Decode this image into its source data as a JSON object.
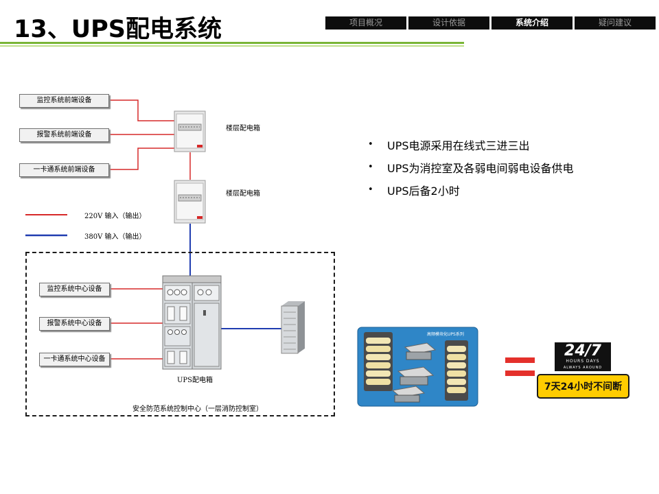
{
  "page": {
    "title": "13、UPS配电系统"
  },
  "nav": {
    "tabs": [
      {
        "label": "项目概况",
        "active": false
      },
      {
        "label": "设计依据",
        "active": false
      },
      {
        "label": "系统介绍",
        "active": true
      },
      {
        "label": "疑问建议",
        "active": false
      }
    ]
  },
  "diagram": {
    "front_devices": [
      "监控系统前端设备",
      "报警系统前端设备",
      "一卡通系统前端设备"
    ],
    "floor_box_labels": [
      "楼层配电箱",
      "楼层配电箱"
    ],
    "legend": [
      {
        "label": "220V 输入（输出）",
        "color": "#d62828"
      },
      {
        "label": "380V 输入（输出）",
        "color": "#1f3cb0"
      }
    ],
    "center_devices": [
      "监控系统中心设备",
      "报警系统中心设备",
      "一卡通系统中心设备"
    ],
    "ups_box_label": "UPS配电箱",
    "control_room_label": "安全防范系统控制中心（一层消防控制室）"
  },
  "bullets": [
    "UPS电源采用在线式三进三出",
    "UPS为消控室及各弱电间弱电设备供电",
    "UPS后备2小时"
  ],
  "ups_product_image": {
    "caption": "高频模块化UPS系列"
  },
  "badge": {
    "logo_top": "24/7",
    "logo_sub": "HOURS DAYS",
    "logo_motto": "ALWAYS AROUND",
    "slogan": "7天24小时不间断"
  },
  "colors": {
    "nav_bg": "#0d0d0d",
    "rule_green": "#79b535",
    "rule_light": "#bfe08a",
    "line_220v": "#d62828",
    "line_380v": "#1f3cb0",
    "equals": "#e4302b",
    "slogan_bg": "#ffcc00"
  }
}
